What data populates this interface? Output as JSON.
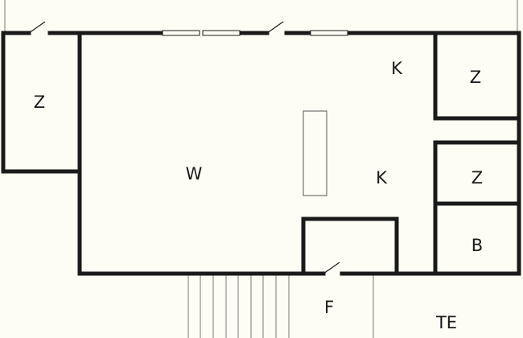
{
  "floorplan": {
    "colors": {
      "background": "#fdfdf5",
      "wall": "#1a1a1a",
      "thin_line": "#777777"
    },
    "rooms": [
      {
        "id": "z-left",
        "label": "Z"
      },
      {
        "id": "w",
        "label": "W"
      },
      {
        "id": "k-top",
        "label": "K"
      },
      {
        "id": "k-mid",
        "label": "K"
      },
      {
        "id": "z-right-top",
        "label": "Z"
      },
      {
        "id": "z-right-mid",
        "label": "Z"
      },
      {
        "id": "b",
        "label": "B"
      },
      {
        "id": "f",
        "label": "F"
      },
      {
        "id": "te",
        "label": "TE"
      }
    ]
  }
}
